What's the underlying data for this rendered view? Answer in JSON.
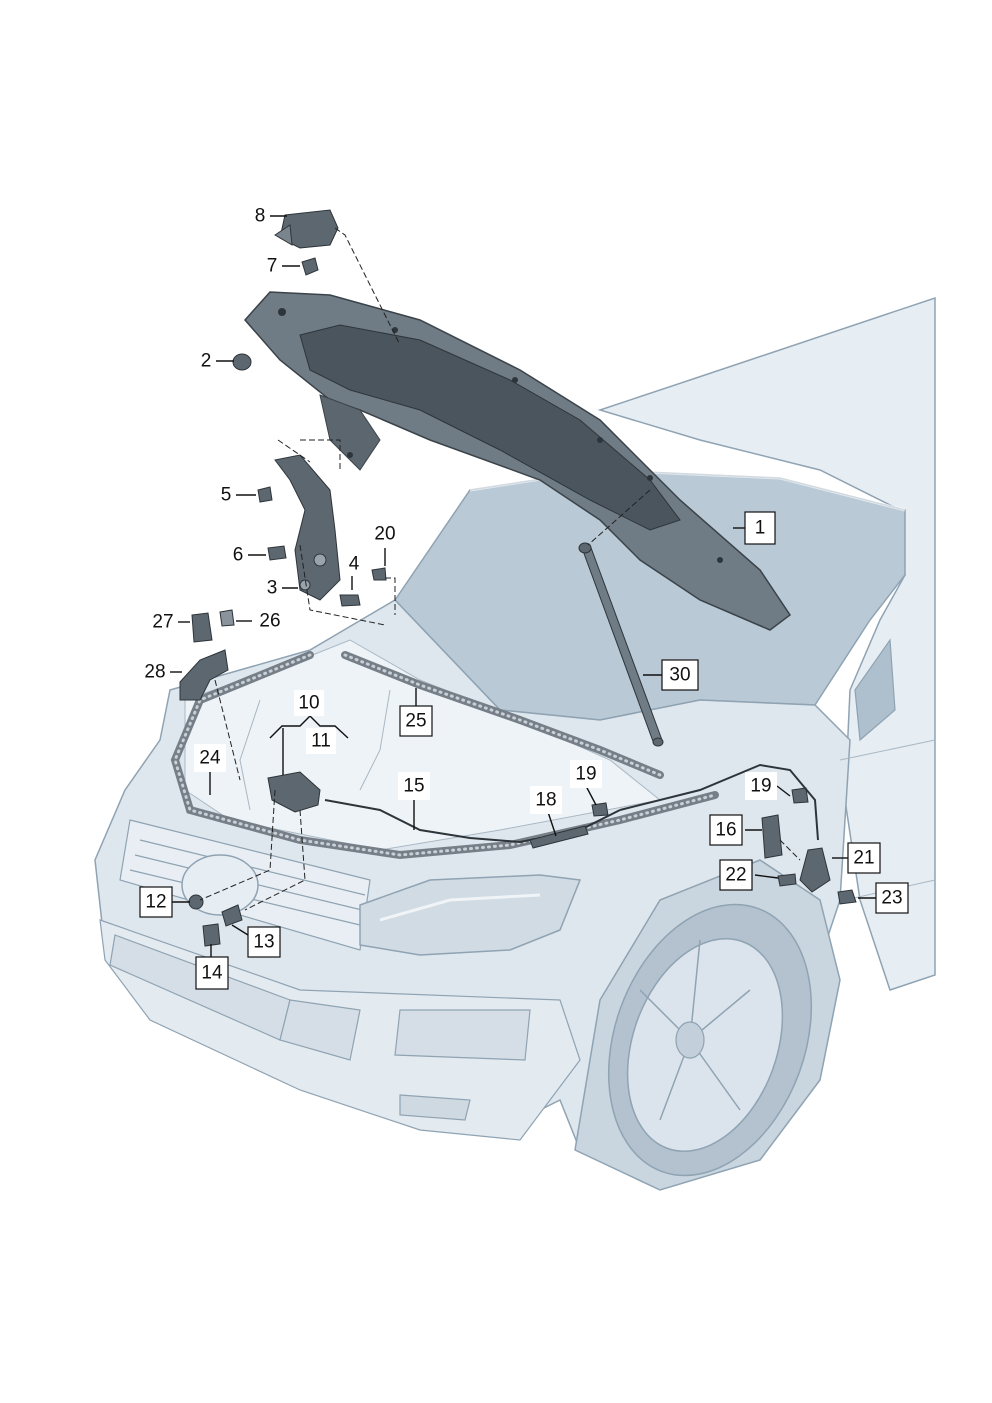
{
  "callouts": [
    {
      "id": "c1",
      "label": "1"
    },
    {
      "id": "c2",
      "label": "2"
    },
    {
      "id": "c3",
      "label": "3"
    },
    {
      "id": "c4",
      "label": "4"
    },
    {
      "id": "c5",
      "label": "5"
    },
    {
      "id": "c6",
      "label": "6"
    },
    {
      "id": "c7",
      "label": "7"
    },
    {
      "id": "c8",
      "label": "8"
    },
    {
      "id": "c10",
      "label": "10"
    },
    {
      "id": "c11",
      "label": "11"
    },
    {
      "id": "c12",
      "label": "12"
    },
    {
      "id": "c13",
      "label": "13"
    },
    {
      "id": "c14",
      "label": "14"
    },
    {
      "id": "c15",
      "label": "15"
    },
    {
      "id": "c16",
      "label": "16"
    },
    {
      "id": "c18",
      "label": "18"
    },
    {
      "id": "c19a",
      "label": "19"
    },
    {
      "id": "c19b",
      "label": "19"
    },
    {
      "id": "c20",
      "label": "20"
    },
    {
      "id": "c21",
      "label": "21"
    },
    {
      "id": "c22",
      "label": "22"
    },
    {
      "id": "c23",
      "label": "23"
    },
    {
      "id": "c24",
      "label": "24"
    },
    {
      "id": "c25",
      "label": "25"
    },
    {
      "id": "c26",
      "label": "26"
    },
    {
      "id": "c27",
      "label": "27"
    },
    {
      "id": "c28",
      "label": "28"
    },
    {
      "id": "c30",
      "label": "30"
    }
  ],
  "colors": {
    "body_fill": "#dde6ee",
    "body_stroke": "#8fa3b3",
    "glass": "#b7c7d4",
    "hood_fill": "#6f7b85",
    "hood_insulation": "#4b555e",
    "parts": "#5d6770",
    "seal": "#767f88"
  }
}
